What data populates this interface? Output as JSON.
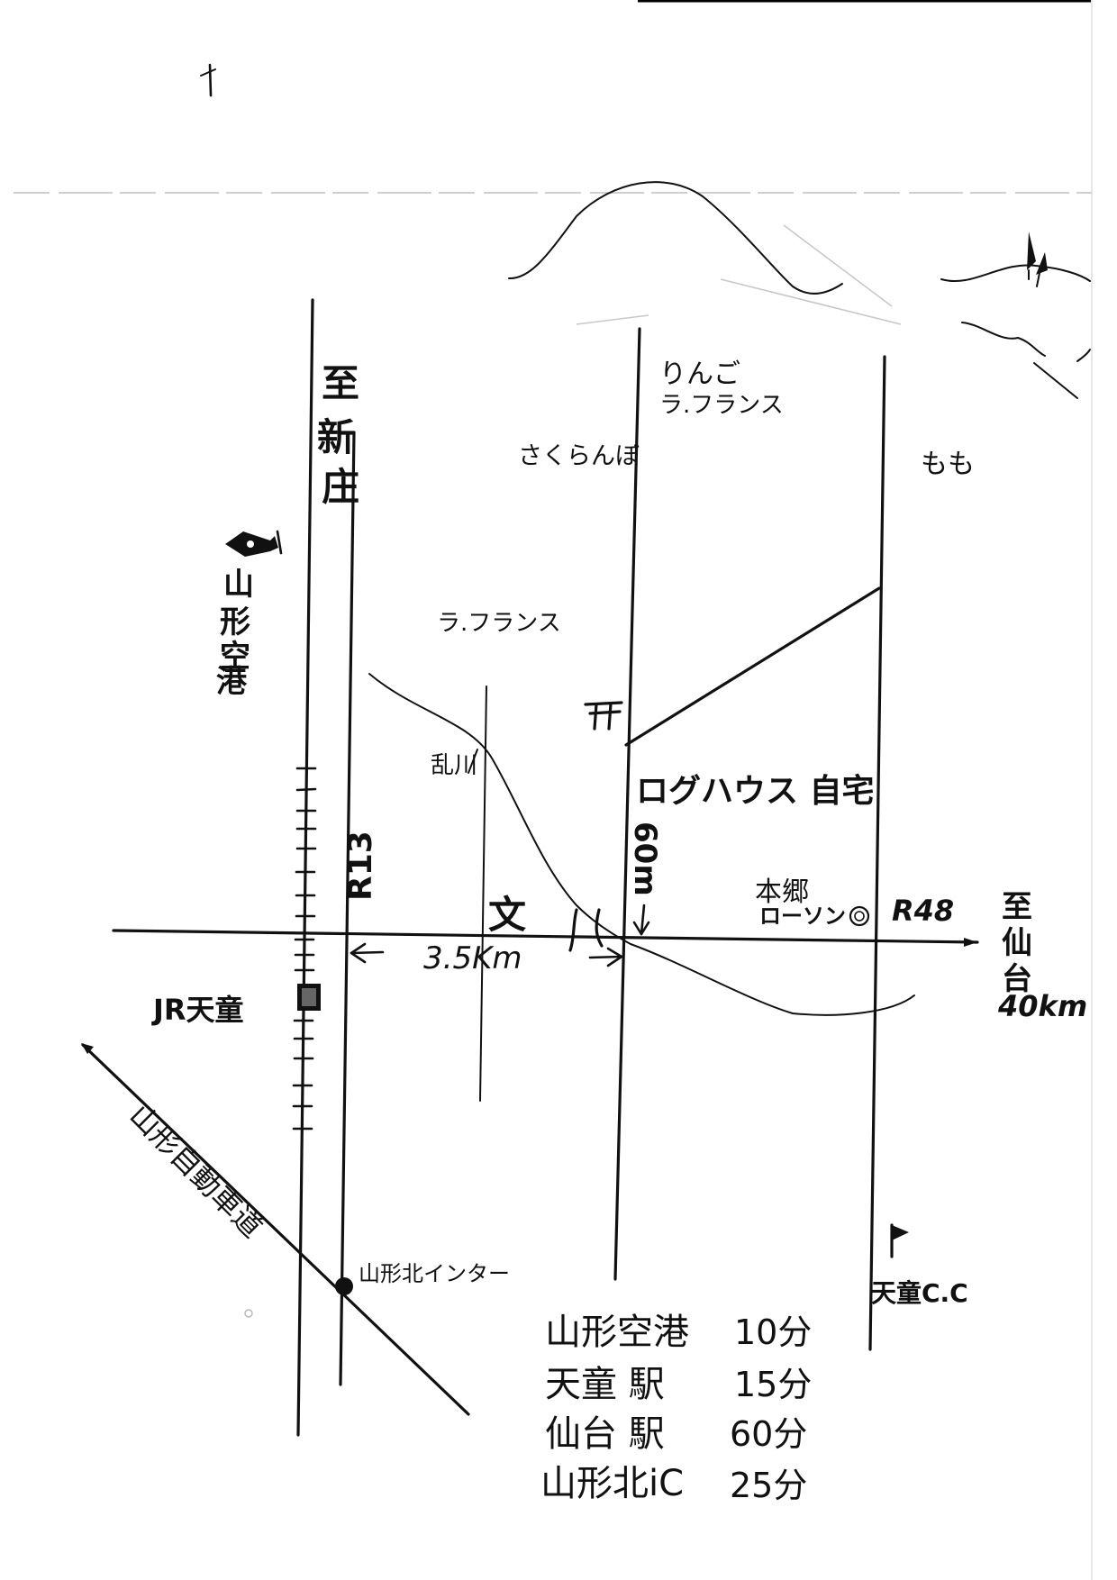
{
  "map": {
    "north_mark": "+",
    "roads": {
      "r13_label": "R13",
      "r13_direction": "至新庄",
      "r48_label": "R48",
      "r48_direction_1": "至",
      "r48_direction_2": "仙",
      "r48_direction_3": "台",
      "r48_distance": "40km",
      "expressway_label": "山形自動車道",
      "distance_label": "3.5Km",
      "home_distance_label": "60m"
    },
    "places": {
      "airport_1": "山",
      "airport_2": "形",
      "airport_3": "空",
      "airport_4": "港",
      "station": "JR天童",
      "interchange": "山形北インター",
      "home": "ログハウス 自宅",
      "lawson_1": "本郷",
      "lawson_2": "ローソン",
      "school_symbol": "文",
      "shrine_symbol": "⛩",
      "river": "乱川",
      "golf": "天童C.C",
      "shinjo_1": "至",
      "shinjo_2": "新",
      "shinjo_3": "庄"
    },
    "orchards": {
      "cherry": "さくらんぼ",
      "apple": "りんご",
      "la_france_top": "ラ.フランス",
      "la_france_left": "ラ.フランス",
      "peach": "もも"
    },
    "travel_times": [
      {
        "place": "山形空港",
        "time": "10分"
      },
      {
        "place": "天童 駅",
        "time": "15分"
      },
      {
        "place": "仙台 駅",
        "time": "60分"
      },
      {
        "place": "山形北iC",
        "time": "25分"
      }
    ]
  }
}
